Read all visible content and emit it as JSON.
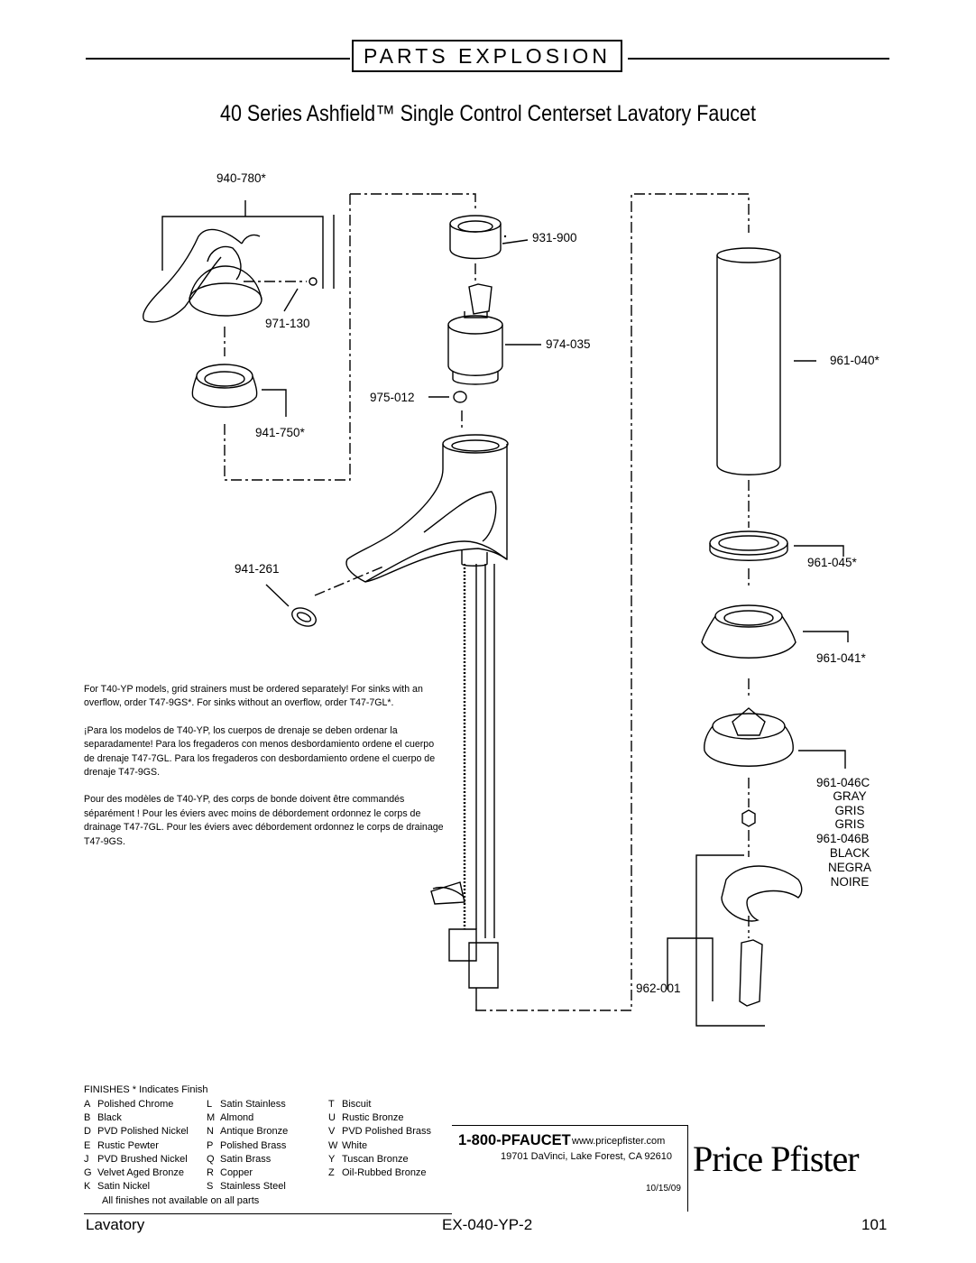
{
  "header": {
    "banner": "PARTS EXPLOSION",
    "title": "40 Series Ashfield™ Single Control Centerset Lavatory Faucet"
  },
  "parts": {
    "handle_assembly": "940-780*",
    "set_screw": "971-130",
    "handle_base": "941-750*",
    "bonnet_nut": "931-900",
    "cartridge": "974-035",
    "o_ring": "975-012",
    "aerator": "941-261",
    "pop_up_rod_cover": "961-040*",
    "gasket": "961-045*",
    "base": "961-041*",
    "mounting_nut_gasket": "961-046C",
    "mounting_nut_gasket_b": "961-046B",
    "mount_kit": "962-001",
    "colors_c": [
      "GRAY",
      "GRIS",
      "GRIS"
    ],
    "colors_b": [
      "BLACK",
      "NEGRA",
      "NOIRE"
    ]
  },
  "notes": {
    "en": "For T40-YP models, grid strainers must be ordered separately! For sinks with an overflow, order T47-9GS*. For sinks without an overflow, order T47-7GL*.",
    "es": "¡Para los modelos de T40-YP, los cuerpos de drenaje se deben ordenar la separadamente! Para los fregaderos con menos desbordamiento ordene el cuerpo de drenaje T47-7GL. Para los fregaderos con desbordamiento ordene el cuerpo de drenaje T47-9GS.",
    "fr": "Pour des modèles de T40-YP, des corps de bonde doivent être commandés séparément ! Pour les éviers avec moins de débordement ordonnez le corps de drainage T47-7GL. Pour les éviers avec débordement ordonnez le corps de drainage T47-9GS."
  },
  "finishes": {
    "title": "FINISHES * Indicates Finish",
    "col1": [
      {
        "code": "A",
        "name": "Polished Chrome"
      },
      {
        "code": "B",
        "name": "Black"
      },
      {
        "code": "D",
        "name": "PVD Polished Nickel"
      },
      {
        "code": "E",
        "name": "Rustic Pewter"
      },
      {
        "code": "J",
        "name": "PVD Brushed Nickel"
      },
      {
        "code": "G",
        "name": "Velvet Aged Bronze"
      },
      {
        "code": "K",
        "name": "Satin Nickel"
      }
    ],
    "col2": [
      {
        "code": "L",
        "name": "Satin Stainless"
      },
      {
        "code": "M",
        "name": "Almond"
      },
      {
        "code": "N",
        "name": "Antique Bronze"
      },
      {
        "code": "P",
        "name": "Polished Brass"
      },
      {
        "code": "Q",
        "name": "Satin Brass"
      },
      {
        "code": "R",
        "name": "Copper"
      },
      {
        "code": "S",
        "name": "Stainless Steel"
      }
    ],
    "col3": [
      {
        "code": "T",
        "name": "Biscuit"
      },
      {
        "code": "U",
        "name": "Rustic Bronze"
      },
      {
        "code": "V",
        "name": "PVD Polished Brass"
      },
      {
        "code": "W",
        "name": "White"
      },
      {
        "code": "Y",
        "name": "Tuscan Bronze"
      },
      {
        "code": "Z",
        "name": "Oil-Rubbed Bronze"
      }
    ],
    "note": "All finishes not available on all parts"
  },
  "contact": {
    "phone": "1-800-PFAUCET",
    "website": "www.pricepfister.com",
    "address": "19701 DaVinci, Lake Forest, CA 92610",
    "date": "10/15/09",
    "brand": "Price Pfister"
  },
  "footer": {
    "left": "Lavatory",
    "center": "EX-040-YP-2",
    "right": "101"
  }
}
